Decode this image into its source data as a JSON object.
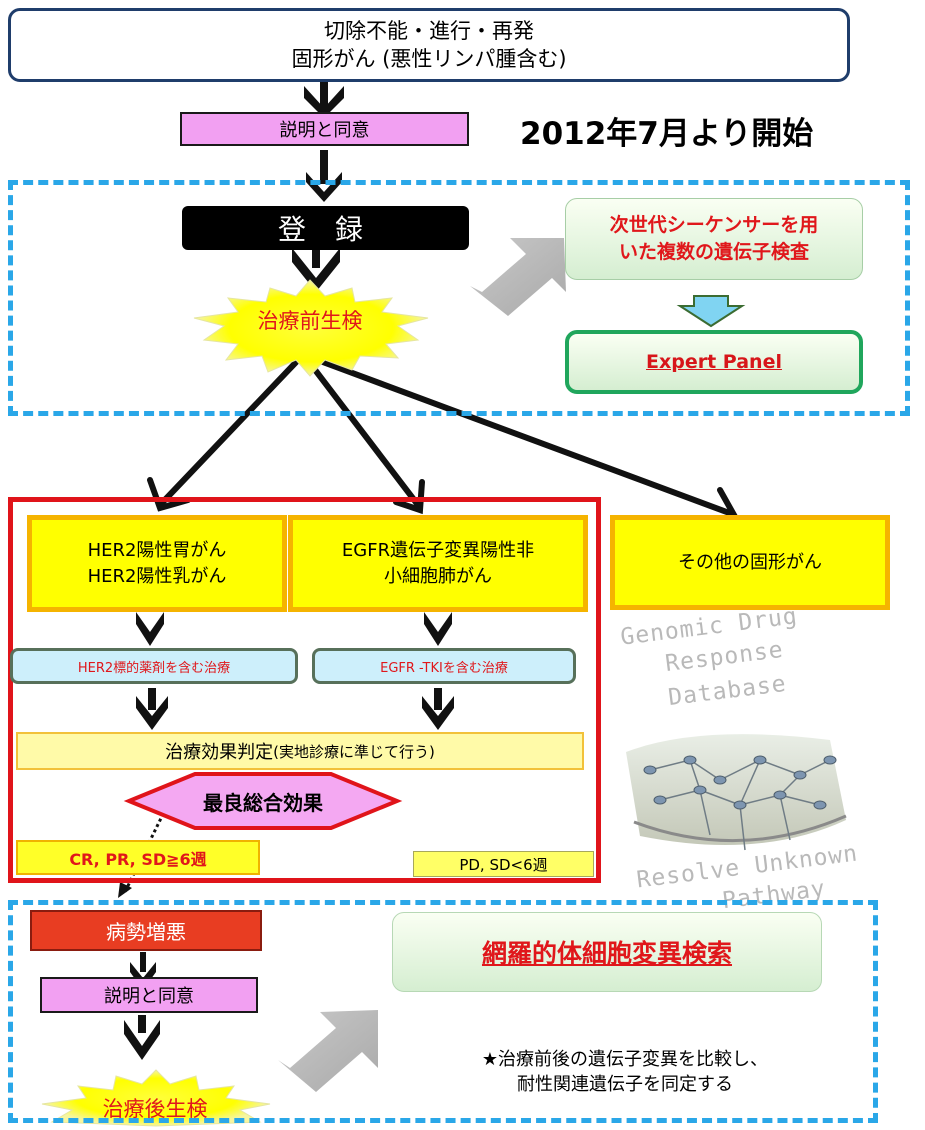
{
  "top": {
    "line1": "切除不能・進行・再発",
    "line2": "固形がん (悪性リンパ腫含む)"
  },
  "consent1": "説明と同意",
  "start_label": "2012年7月より開始",
  "register": "登 録",
  "pre_biopsy": "治療前生検",
  "ngs": {
    "line1": "次世代シーケンサーを用",
    "line2": "いた複数の遺伝子検査"
  },
  "expert_panel": "Expert Panel",
  "her2_box": {
    "line1": "HER2陽性胃がん",
    "line2": "HER2陽性乳がん"
  },
  "egfr_box": {
    "line1": "EGFR遺伝子変異陽性非",
    "line2": "小細胞肺がん"
  },
  "other_box": "その他の固形がん",
  "her2_tx": "HER2標的薬剤を含む治療",
  "egfr_tx": "EGFR -TKIを含む治療",
  "effect": {
    "main": "治療効果判定 ",
    "sub": "(実地診療に準じて行う)"
  },
  "best_response": "最良総合効果",
  "cr_pr_sd": "CR, PR, SD≧6週",
  "pd_sd": "PD, SD<6週",
  "watermark1": {
    "line1": "Genomic Drug",
    "line2": "Response",
    "line3": "Database"
  },
  "watermark2": {
    "line1": "Resolve Unknown",
    "line2": "Pathway"
  },
  "progression": "病勢増悪",
  "consent2": "説明と同意",
  "post_biopsy": "治療後生検",
  "comprehensive_search": "網羅的体細胞変異検索",
  "note": {
    "line1": "★治療前後の遺伝子変異を比較し、",
    "line2": "耐性関連遺伝子を同定する"
  },
  "colors": {
    "dash_blue": "#2aa7e8",
    "red_frame": "#e0141a",
    "yellow": "#ffff00",
    "pink": "#f2a0f2",
    "red_text": "#e0171b"
  }
}
